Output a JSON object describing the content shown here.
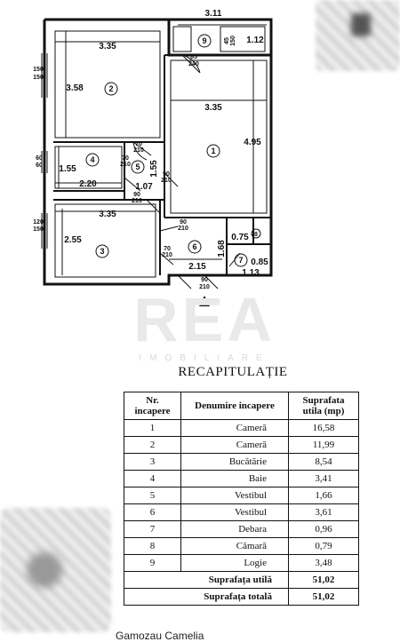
{
  "plan": {
    "dims": {
      "top_right_width": "3.11",
      "bedroom2_width": "3.35",
      "logie_width": "1.12",
      "bedroom1_width": "3.35",
      "bedroom2_height": "3.58",
      "bedroom1_height": "4.95",
      "bath_height": "1.55",
      "bath_width": "2.20",
      "vest5_height": "1.55",
      "vest5_width": "1.07",
      "kitchen_width": "3.35",
      "kitchen_height": "2.55",
      "hall_height": "1.68",
      "hall_width": "2.15",
      "pantry_width": "0.75",
      "debara_height": "0.85",
      "debara_width": "1.13",
      "win_left1_a": "150",
      "win_left1_b": "150",
      "win_left2_a": "60",
      "win_left2_b": "60",
      "win_left3_a": "120",
      "win_left3_b": "150",
      "door_logie_a": "85",
      "door_logie_b": "240",
      "win_logie_a": "45",
      "win_logie_b": "150",
      "door_bath_a": "70",
      "door_bath_b": "210",
      "door_b5_a": "70",
      "door_b5_b": "210",
      "door_b5r_a": "90",
      "door_b5r_b": "210",
      "door_v5_a": "90",
      "door_v5_b": "210",
      "door_hall_a": "90",
      "door_hall_b": "210",
      "door_kitchen_a": "70",
      "door_kitchen_b": "210",
      "door_entry_a": "90",
      "door_entry_b": "210"
    },
    "rooms": [
      "1",
      "2",
      "3",
      "4",
      "5",
      "6",
      "7",
      "8",
      "9"
    ]
  },
  "watermark": {
    "brand": "REA",
    "sub": "IMOBILIARE"
  },
  "recap": {
    "title": "RECAPITULAȚIE",
    "headers": [
      "Nr. incapere",
      "Denumire incapere",
      "Suprafata utila (mp)"
    ],
    "rows": [
      {
        "nr": "1",
        "name": "Cameră",
        "area": "16,58"
      },
      {
        "nr": "2",
        "name": "Cameră",
        "area": "11,99"
      },
      {
        "nr": "3",
        "name": "Bucătărie",
        "area": "8,54"
      },
      {
        "nr": "4",
        "name": "Baie",
        "area": "3,41"
      },
      {
        "nr": "5",
        "name": "Vestibul",
        "area": "1,66"
      },
      {
        "nr": "6",
        "name": "Vestibul",
        "area": "3,61"
      },
      {
        "nr": "7",
        "name": "Debara",
        "area": "0,96"
      },
      {
        "nr": "8",
        "name": "Cămară",
        "area": "0,79"
      },
      {
        "nr": "9",
        "name": "Logie",
        "area": "3,48"
      }
    ],
    "total_util_label": "Suprafața utilă",
    "total_util_value": "51,02",
    "total_label": "Suprafața totală",
    "total_value": "51,02"
  },
  "footer": {
    "text": "Gamozau Camelia"
  }
}
